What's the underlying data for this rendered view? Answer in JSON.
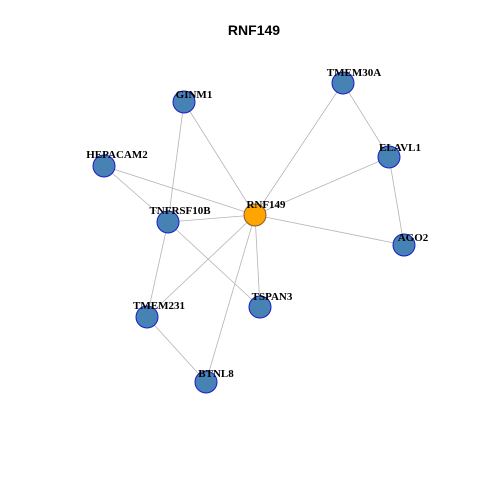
{
  "title": "RNF149",
  "colors": {
    "hub_fill": "#FFA500",
    "hub_stroke": "#8B5A2B",
    "node_fill": "#4682B4",
    "node_stroke": "#1A1ACD",
    "edge": "#B4B4B4"
  },
  "network": {
    "nodes": [
      {
        "id": "RNF149",
        "label": "RNF149",
        "hub": true
      },
      {
        "id": "TMEM30A",
        "label": "TMEM30A",
        "hub": false
      },
      {
        "id": "GINM1",
        "label": "GINM1",
        "hub": false
      },
      {
        "id": "ELAVL1",
        "label": "ELAVL1",
        "hub": false
      },
      {
        "id": "HEPACAM2",
        "label": "HEPACAM2",
        "hub": false
      },
      {
        "id": "TNFRSF10B",
        "label": "TNFRSF10B",
        "hub": false
      },
      {
        "id": "AGO2",
        "label": "AGO2",
        "hub": false
      },
      {
        "id": "TSPAN3",
        "label": "TSPAN3",
        "hub": false
      },
      {
        "id": "TMEM231",
        "label": "TMEM231",
        "hub": false
      },
      {
        "id": "BTNL8",
        "label": "BTNL8",
        "hub": false
      }
    ],
    "edges": [
      [
        "RNF149",
        "TMEM30A"
      ],
      [
        "RNF149",
        "GINM1"
      ],
      [
        "RNF149",
        "ELAVL1"
      ],
      [
        "RNF149",
        "HEPACAM2"
      ],
      [
        "RNF149",
        "TNFRSF10B"
      ],
      [
        "RNF149",
        "AGO2"
      ],
      [
        "RNF149",
        "TSPAN3"
      ],
      [
        "RNF149",
        "TMEM231"
      ],
      [
        "RNF149",
        "BTNL8"
      ],
      [
        "TMEM30A",
        "ELAVL1"
      ],
      [
        "ELAVL1",
        "AGO2"
      ],
      [
        "GINM1",
        "TNFRSF10B"
      ],
      [
        "HEPACAM2",
        "TNFRSF10B"
      ],
      [
        "TNFRSF10B",
        "TSPAN3"
      ],
      [
        "TNFRSF10B",
        "TMEM231"
      ],
      [
        "TMEM231",
        "BTNL8"
      ]
    ]
  }
}
